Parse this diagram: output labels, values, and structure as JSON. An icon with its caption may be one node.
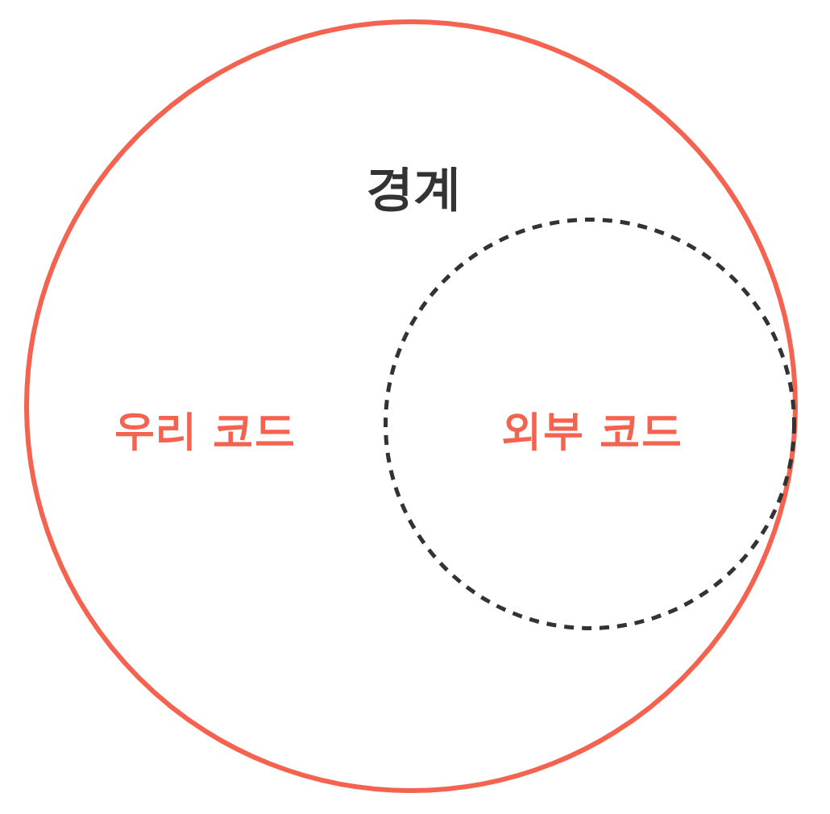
{
  "diagram": {
    "nodes": [
      {
        "text": [
          "경계",
          "우리 코드"
        ]
      },
      {
        "text": [
          "외부 코드"
        ],
        "in": 0
      }
    ],
    "edges": []
  }
}
